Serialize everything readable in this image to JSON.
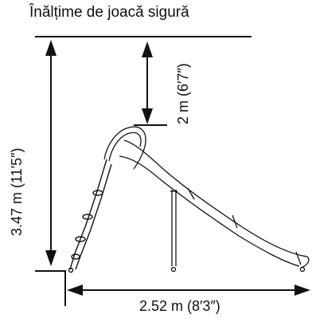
{
  "title": "Înălțime de joacă sigură",
  "dimensions": {
    "total_height": "3.47 m (11′5″)",
    "safe_play_height": "2 m (6′7″)",
    "total_width": "2.52 m (8′3″)"
  },
  "colors": {
    "line": "#111111",
    "background": "#ffffff"
  }
}
